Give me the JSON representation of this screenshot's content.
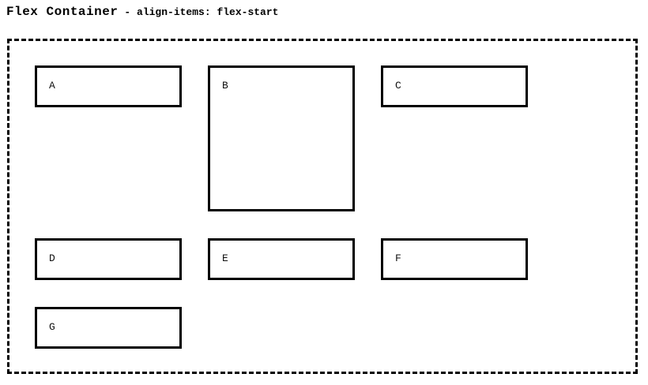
{
  "header": {
    "title": "Flex Container",
    "subtitle": "- align-items: flex-start"
  },
  "flex_container": {
    "css_property_shown": "align-items: flex-start",
    "border_style": "dashed",
    "items": [
      {
        "label": "A",
        "size": "small"
      },
      {
        "label": "B",
        "size": "tall"
      },
      {
        "label": "C",
        "size": "small"
      },
      {
        "label": "D",
        "size": "small"
      },
      {
        "label": "E",
        "size": "small"
      },
      {
        "label": "F",
        "size": "small"
      },
      {
        "label": "G",
        "size": "small"
      }
    ]
  },
  "colors": {
    "background": "#ffffff",
    "border": "#000000",
    "text": "#000000"
  }
}
